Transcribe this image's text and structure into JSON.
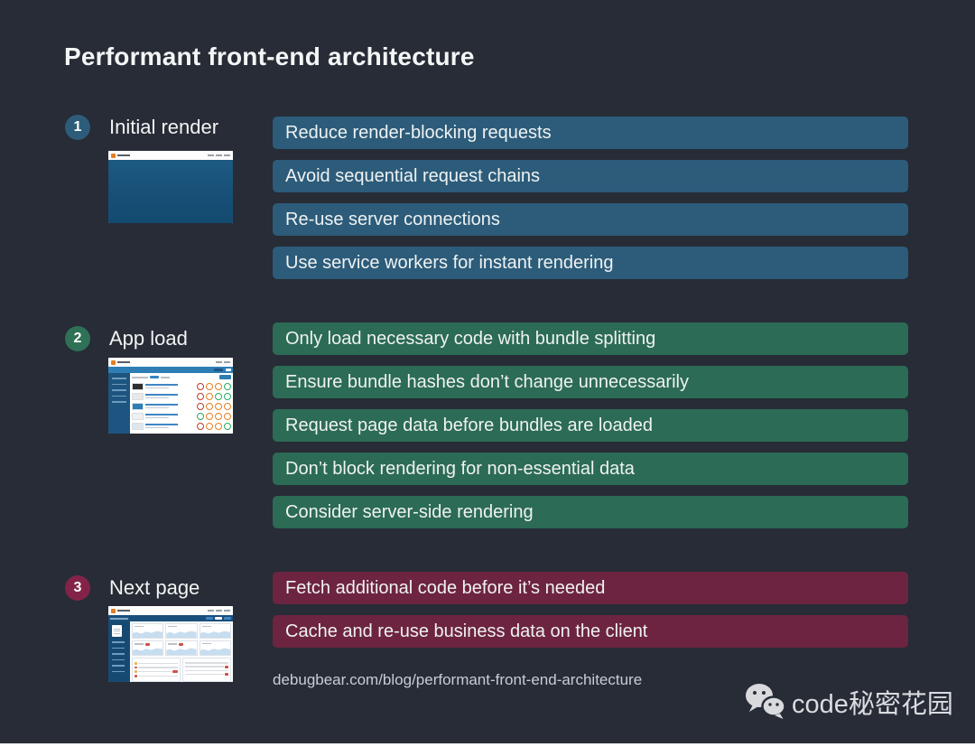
{
  "page": {
    "title": "Performant front-end architecture",
    "url": "debugbear.com/blog/performant-front-end-architecture",
    "watermark": "code秘密花园",
    "background": "#272c36"
  },
  "sections": [
    {
      "number": "1",
      "label": "Initial render",
      "badge_color": "#2d5c7a",
      "bar_color": "#2c5c7a",
      "items": [
        "Reduce render-blocking requests",
        "Avoid sequential request chains",
        "Re-use server connections",
        "Use service workers for instant rendering"
      ]
    },
    {
      "number": "2",
      "label": "App load",
      "badge_color": "#2f7157",
      "bar_color": "#2c6b55",
      "items": [
        "Only load necessary code with bundle splitting",
        "Ensure bundle hashes don’t change unnecessarily",
        "Request page data before bundles are loaded",
        "Don’t block rendering for non-essential data",
        "Consider server-side rendering"
      ]
    },
    {
      "number": "3",
      "label": "Next page",
      "badge_color": "#842348",
      "bar_color": "#6d2440",
      "items": [
        "Fetch additional code before it’s needed",
        "Cache and re-use business data on the client"
      ]
    }
  ]
}
